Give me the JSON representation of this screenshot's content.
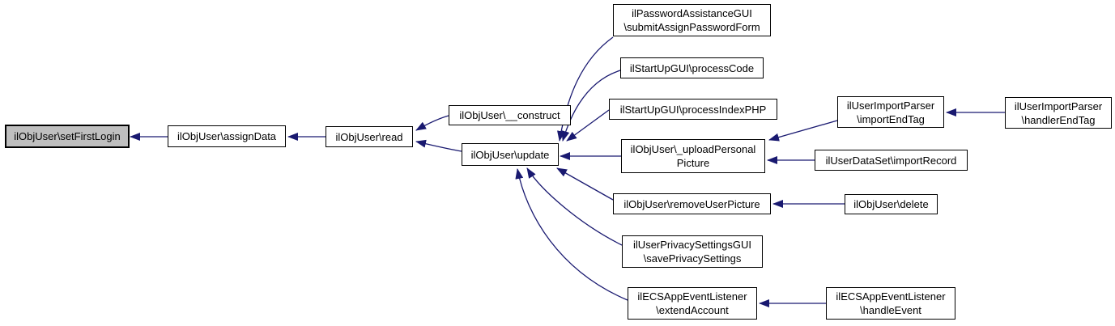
{
  "diagram": {
    "type": "caller-graph",
    "background": "#ffffff",
    "edge_color": "#191970",
    "node_fill": "#ffffff",
    "node_border_color": "#000000",
    "highlight_fill": "#bfbfbf",
    "nodes": [
      {
        "id": "setFirstLogin",
        "label": "ilObjUser\\setFirstLogin",
        "highlighted": true
      },
      {
        "id": "assignData",
        "label": "ilObjUser\\assignData",
        "highlighted": false
      },
      {
        "id": "read",
        "label": "ilObjUser\\read",
        "highlighted": false
      },
      {
        "id": "construct",
        "label": "ilObjUser\\__construct",
        "highlighted": false
      },
      {
        "id": "update",
        "label": "ilObjUser\\update",
        "highlighted": false
      },
      {
        "id": "submitAssignPasswordForm",
        "label": "ilPasswordAssistanceGUI\n\\submitAssignPasswordForm",
        "highlighted": false
      },
      {
        "id": "processCode",
        "label": "ilStartUpGUI\\processCode",
        "highlighted": false
      },
      {
        "id": "processIndexPHP",
        "label": "ilStartUpGUI\\processIndexPHP",
        "highlighted": false
      },
      {
        "id": "uploadPersonalPicture",
        "label": "ilObjUser\\_uploadPersonal\nPicture",
        "highlighted": false
      },
      {
        "id": "importEndTag",
        "label": "ilUserImportParser\n\\importEndTag",
        "highlighted": false
      },
      {
        "id": "handlerEndTag",
        "label": "ilUserImportParser\n\\handlerEndTag",
        "highlighted": false
      },
      {
        "id": "importRecord",
        "label": "ilUserDataSet\\importRecord",
        "highlighted": false
      },
      {
        "id": "removeUserPicture",
        "label": "ilObjUser\\removeUserPicture",
        "highlighted": false
      },
      {
        "id": "delete",
        "label": "ilObjUser\\delete",
        "highlighted": false
      },
      {
        "id": "savePrivacySettings",
        "label": "ilUserPrivacySettingsGUI\n\\savePrivacySettings",
        "highlighted": false
      },
      {
        "id": "extendAccount",
        "label": "ilECSAppEventListener\n\\extendAccount",
        "highlighted": false
      },
      {
        "id": "handleEvent",
        "label": "ilECSAppEventListener\n\\handleEvent",
        "highlighted": false
      }
    ],
    "edges": [
      {
        "from": "assignData",
        "to": "setFirstLogin"
      },
      {
        "from": "read",
        "to": "assignData"
      },
      {
        "from": "construct",
        "to": "read"
      },
      {
        "from": "update",
        "to": "read"
      },
      {
        "from": "submitAssignPasswordForm",
        "to": "update"
      },
      {
        "from": "processCode",
        "to": "update"
      },
      {
        "from": "processIndexPHP",
        "to": "update"
      },
      {
        "from": "uploadPersonalPicture",
        "to": "update"
      },
      {
        "from": "removeUserPicture",
        "to": "update"
      },
      {
        "from": "savePrivacySettings",
        "to": "update"
      },
      {
        "from": "extendAccount",
        "to": "update"
      },
      {
        "from": "importEndTag",
        "to": "uploadPersonalPicture"
      },
      {
        "from": "importRecord",
        "to": "uploadPersonalPicture"
      },
      {
        "from": "handlerEndTag",
        "to": "importEndTag"
      },
      {
        "from": "delete",
        "to": "removeUserPicture"
      },
      {
        "from": "handleEvent",
        "to": "extendAccount"
      }
    ]
  }
}
